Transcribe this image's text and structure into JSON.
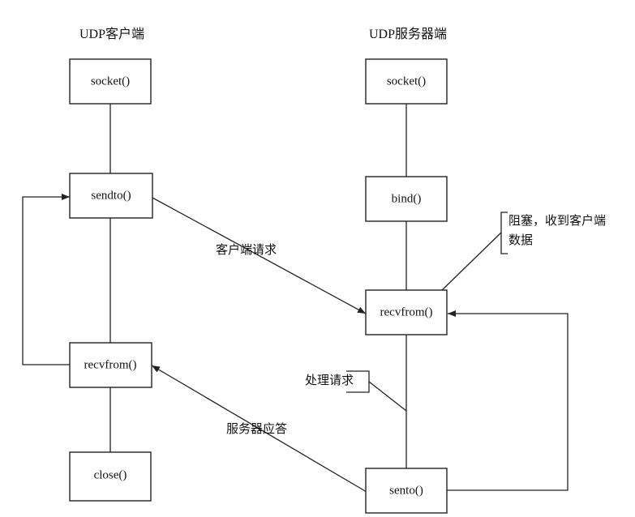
{
  "client": {
    "title": "UDP客户端",
    "socket_label": "socket()",
    "sendto_label": "sendto()",
    "recvfrom_label": "recvfrom()",
    "close_label": "close()"
  },
  "server": {
    "title": "UDP服务器端",
    "socket_label": "socket()",
    "bind_label": "bind()",
    "recvfrom_label": "recvfrom()",
    "sendto_label": "sento()"
  },
  "annotations": {
    "client_request": "客户端请求",
    "server_response": "服务器应答",
    "block_note_line1": "阻塞，收到客户端",
    "block_note_line2": "数据",
    "process_request": "处理请求"
  }
}
